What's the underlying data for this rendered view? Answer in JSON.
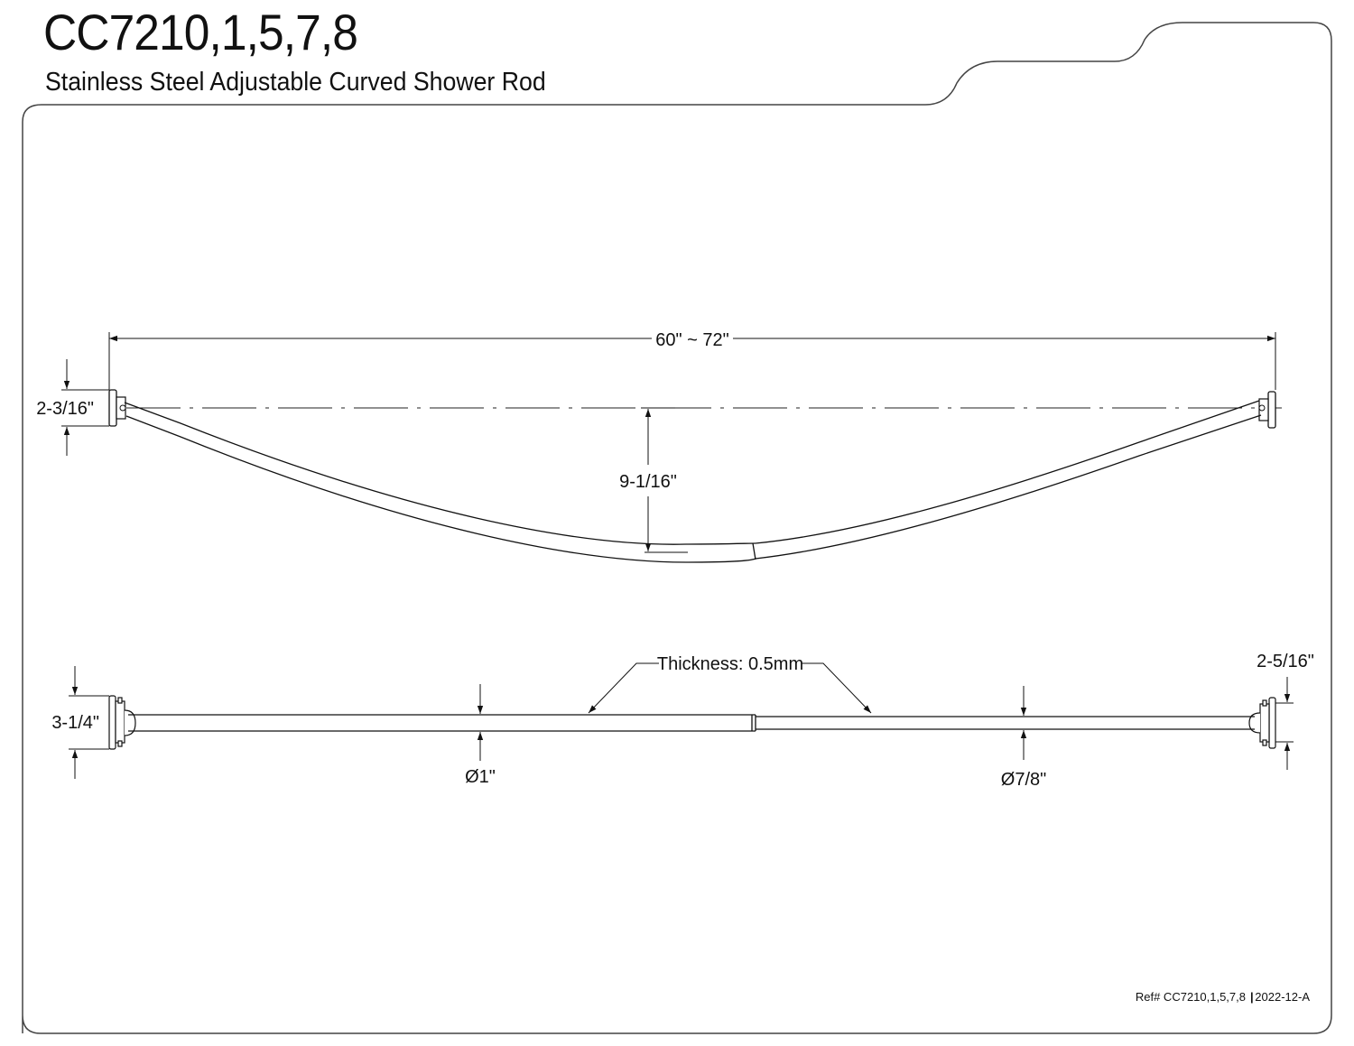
{
  "header": {
    "model": "CC7210,1,5,7,8",
    "description": "Stainless Steel Adjustable Curved Shower Rod"
  },
  "top_view": {
    "overall_length": "60\" ~ 72\"",
    "flange_width": "2-3/16\"",
    "curve_depth": "9-1/16\""
  },
  "side_view": {
    "thickness": "Thickness: 0.5mm",
    "left_flange_height": "3-1/4\"",
    "right_flange_height": "2-5/16\"",
    "large_tube_diameter": "Ø1\"",
    "small_tube_diameter": "Ø7/8\""
  },
  "footer": {
    "reference": "Ref# CC7210,1,5,7,8",
    "separator": "|",
    "revision": "2022-12-A"
  }
}
